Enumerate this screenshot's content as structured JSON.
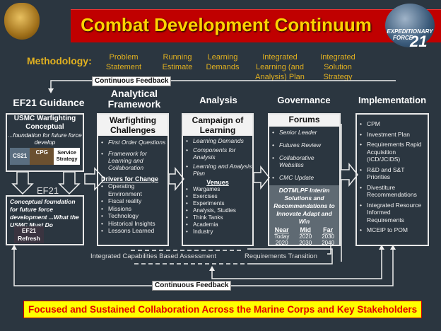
{
  "title": "Combat Development Continuum",
  "logo_right": {
    "line1": "EXPEDITIONARY",
    "line2": "FORCE",
    "num": "21"
  },
  "methodology": {
    "label": "Methodology:",
    "steps": [
      "Problem Statement",
      "Running Estimate",
      "Learning Demands",
      "Integrated Learning (and Analysis) Plan",
      "Integrated Solution Strategy"
    ]
  },
  "feedback_top": "Continuous Feedback",
  "feedback_bottom": "Continuous Feedback",
  "headings": {
    "guidance": "EF21 Guidance",
    "framework": "Analytical Framework",
    "analysis": "Analysis",
    "governance": "Governance",
    "implementation": "Implementation"
  },
  "guidance": {
    "title": "USMC Warfighting Conceptual",
    "subtitle": "...foundation for future force develop",
    "docs": [
      "CS21",
      "CPG",
      "Service Strategy"
    ],
    "ef21": "EF21",
    "lower_text": "Conceptual foundation for future force development ...What the USMC Must Do",
    "refresh": "EF21 Refresh"
  },
  "framework": {
    "title": "Warfighting Challenges",
    "items": [
      "First Order Questions",
      "Framework for Learning and Collaboration"
    ],
    "drivers_label": "Drivers for Change",
    "drivers": [
      "Operating Environment",
      "Fiscal reality",
      "Missions",
      "Technology",
      "Historical Insights",
      "Lessons Learned"
    ]
  },
  "campaign": {
    "title": "Campaign of Learning",
    "items": [
      "Learning Demands",
      "Components for Analysis",
      "Learning and Analysis Plan"
    ],
    "venues_label": "Venues",
    "venues": [
      "Wargames",
      "Exercises",
      "Experiments",
      "Analysis, Studies",
      "Think Tanks",
      "Academia",
      "Industry"
    ]
  },
  "forums": {
    "title": "Forums",
    "items": [
      "Senior Leader",
      "Futures Review",
      "Collaborative Websites",
      "CMC Update"
    ],
    "dotmlpf": "DOTMLPF Interim Solutions and Recommendations to Innovate Adapt and Win",
    "terms": [
      {
        "label": "Near",
        "from": "Today",
        "to": "2020"
      },
      {
        "label": "Mid",
        "from": "2020",
        "to": "2030"
      },
      {
        "label": "Far",
        "from": "2030",
        "to": "2040"
      }
    ]
  },
  "implementation": {
    "items": [
      "CPM",
      "Investment Plan",
      "Requirements Rapid Acquisition (ICD/JCIDS)",
      "R&D and S&T Priorities",
      "Divestiture Recommendations",
      "Integrated Resource Informed Requirements",
      "MCEIP to POM"
    ]
  },
  "icba": "Integrated Capabilities Based Assessment",
  "req_transition": "Requirements Transition",
  "banner": "Focused and Sustained Collaboration Across the Marine Corps and Key Stakeholders"
}
